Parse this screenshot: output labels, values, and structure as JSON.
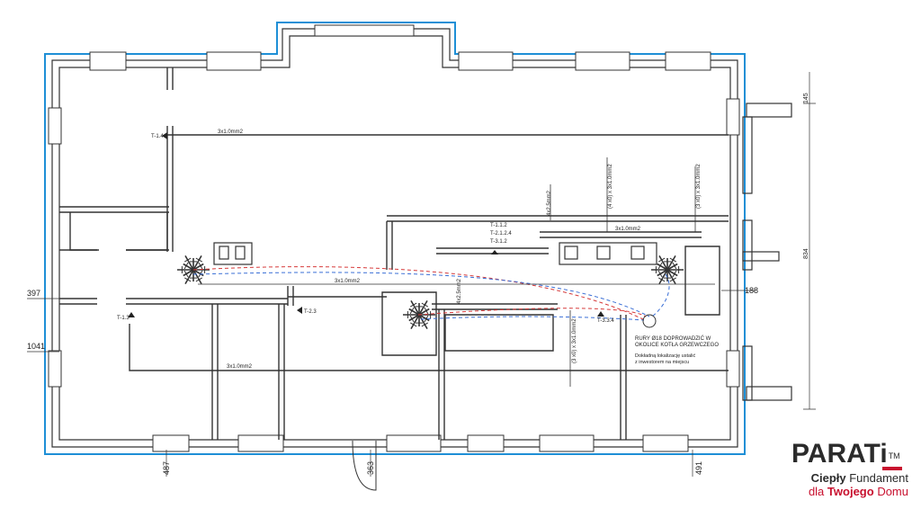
{
  "colors": {
    "outline": "#1e8fd6",
    "wall": "#333333",
    "dash_red": "#d63a3a",
    "dash_blue": "#3a6fd6",
    "brand_red": "#c8102e",
    "brand_dark": "#2b2b2b"
  },
  "labels": {
    "cable_top": "3x1.0mm2",
    "cable_mid_right": "3x1.0mm2",
    "cable_center": "3x1.0mm2",
    "cable_bottom": "3x1.0mm2",
    "t14": "T-1.4",
    "t13": "T-1.3",
    "t23": "T-2.3",
    "t_group_1": "T-1.1.2",
    "t_group_2": "T-2.1.2.4",
    "t_group_3": "T-3.1.2",
    "t334": "T-3.3.4",
    "v_cable_1": "4x2.5mm2",
    "v_cable_2": "(4 x0) x 3x1.0mm2",
    "v_cable_3": "(3 x0) x 3x1.0mm2",
    "v_cable_4": "4x2.5mm2",
    "v_cable_5": "(3 x0) x 3x1.0mm2",
    "note_1": "RURY Ø18 DOPROWADZIĆ W",
    "note_2": "OKOLICE KOTŁA GRZEWCZEGO",
    "note_3": "Dokładną lokalizację ustalić",
    "note_4": "z inwestorem na miejscu"
  },
  "dimensions": {
    "d397": "397",
    "d1041": "1041",
    "d188": "188",
    "d487": "487",
    "d363": "363",
    "d491": "491",
    "d145": "145",
    "d834": "834"
  },
  "logo": {
    "word_main": "PARAT",
    "word_last": "i",
    "tm": "TM",
    "line1_a": "Ciepły",
    "line1_b": "Fundament",
    "line2_a": "dla",
    "line2_b": "Twojego",
    "line2_c": "Domu"
  }
}
